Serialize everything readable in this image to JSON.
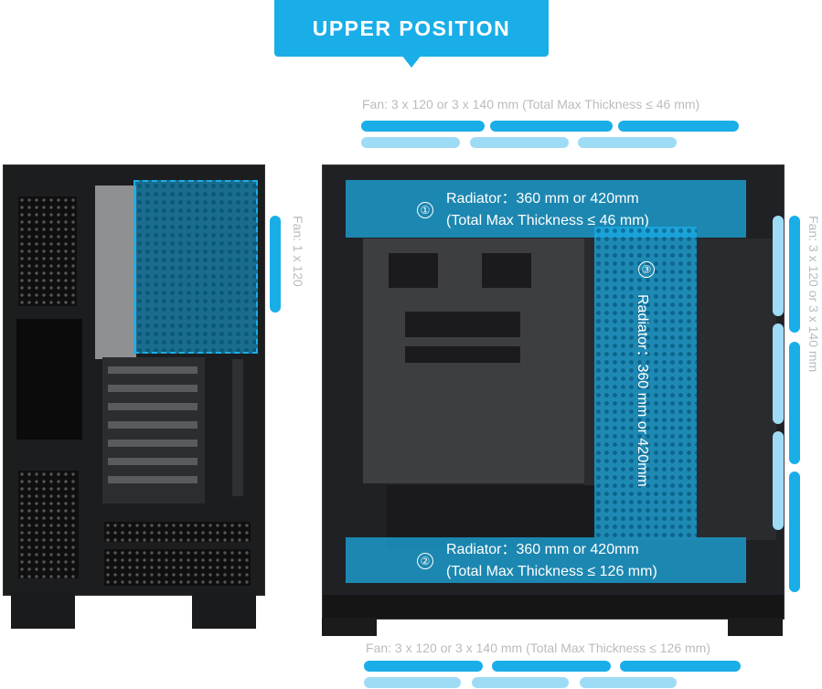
{
  "header": {
    "title": "UPPER POSITION"
  },
  "top_fan": {
    "label": "Fan: 3 x 120  or 3 x 140 mm (Total Max Thickness ≤ 46 mm)"
  },
  "bottom_fan": {
    "label": "Fan: 3 x 120  or 3 x 140 mm (Total Max Thickness ≤ 126 mm)"
  },
  "left_fan": {
    "label": "Fan: 1 x 120"
  },
  "right_fan": {
    "label": "Fan: 3 x 120  or 3 x 140 mm"
  },
  "radiators": [
    {
      "number": "①",
      "line1": "Radiator：360 mm or 420mm",
      "line2": "(Total Max Thickness ≤ 46 mm)"
    },
    {
      "number": "②",
      "line1": "Radiator：360 mm or 420mm",
      "line2": "(Total Max Thickness ≤ 126 mm)"
    },
    {
      "number": "③",
      "line1": "Radiator：360 mm or 420mm"
    }
  ],
  "colors": {
    "accent": "#1aaee8",
    "accent_light": "#9edcf6",
    "label_gray": "#b9bcc0",
    "case": "#1c1d1f"
  }
}
